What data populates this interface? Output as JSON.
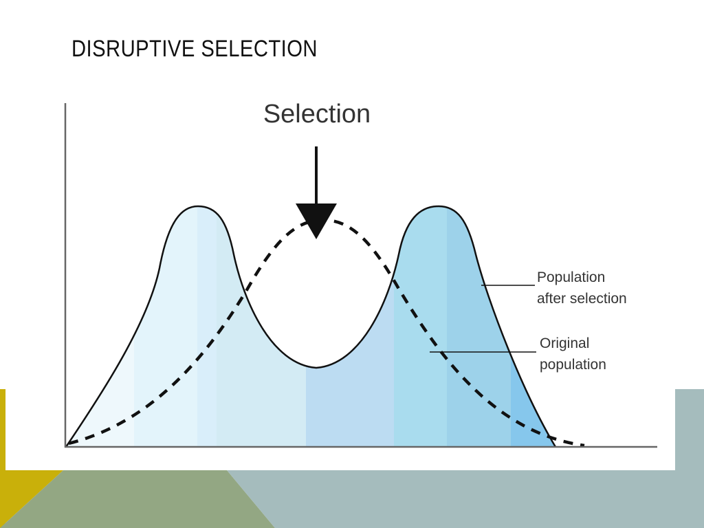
{
  "slide": {
    "title": "DISRUPTIVE SELECTION"
  },
  "diagram": {
    "selection_label": "Selection",
    "after_label_line1": "Population",
    "after_label_line2": "after selection",
    "original_label_line1": "Original",
    "original_label_line2": "population"
  },
  "colors": {
    "accent_yellow": "#c9b00a",
    "accent_green": "#93a783",
    "accent_teal": "#a5bcbd"
  }
}
